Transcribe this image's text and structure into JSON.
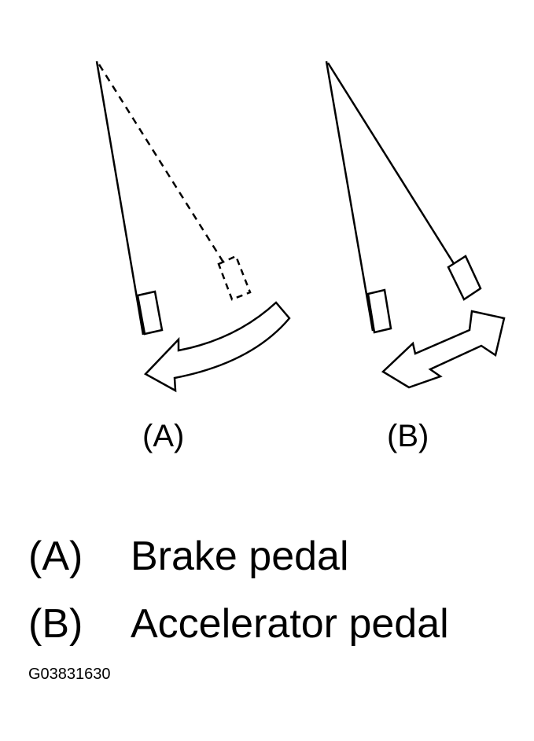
{
  "figure_labels": {
    "a": "(A)",
    "b": "(B)"
  },
  "legend": [
    {
      "key": "(A)",
      "text": "Brake pedal"
    },
    {
      "key": "(B)",
      "text": "Accelerator pedal"
    }
  ],
  "figure_code": "G03831630",
  "colors": {
    "ink": "#000000",
    "background": "#ffffff"
  }
}
